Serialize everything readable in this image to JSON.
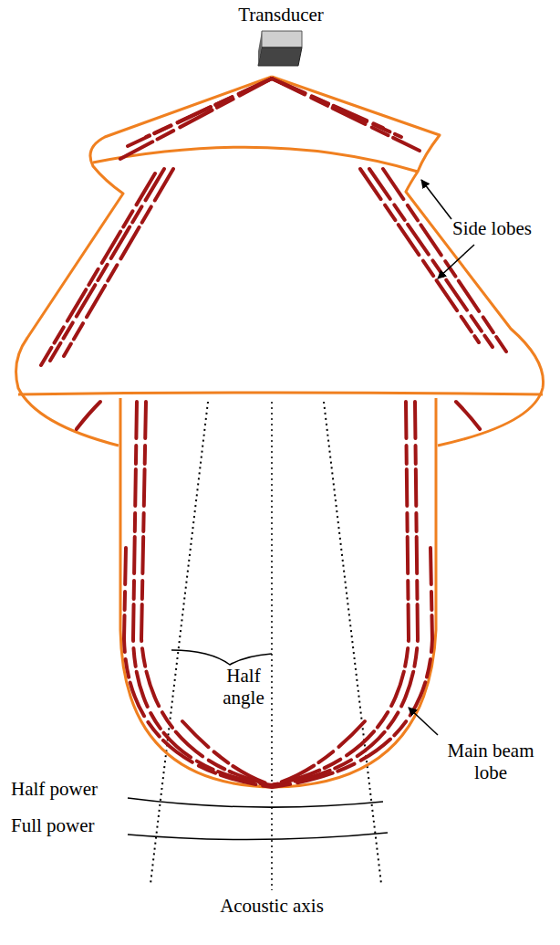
{
  "diagram": {
    "labels": [
      "Transducer",
      "Side lobes",
      "Half angle",
      "Half power",
      "Full power",
      "Main beam lobe",
      "Acoustic axis"
    ]
  }
}
